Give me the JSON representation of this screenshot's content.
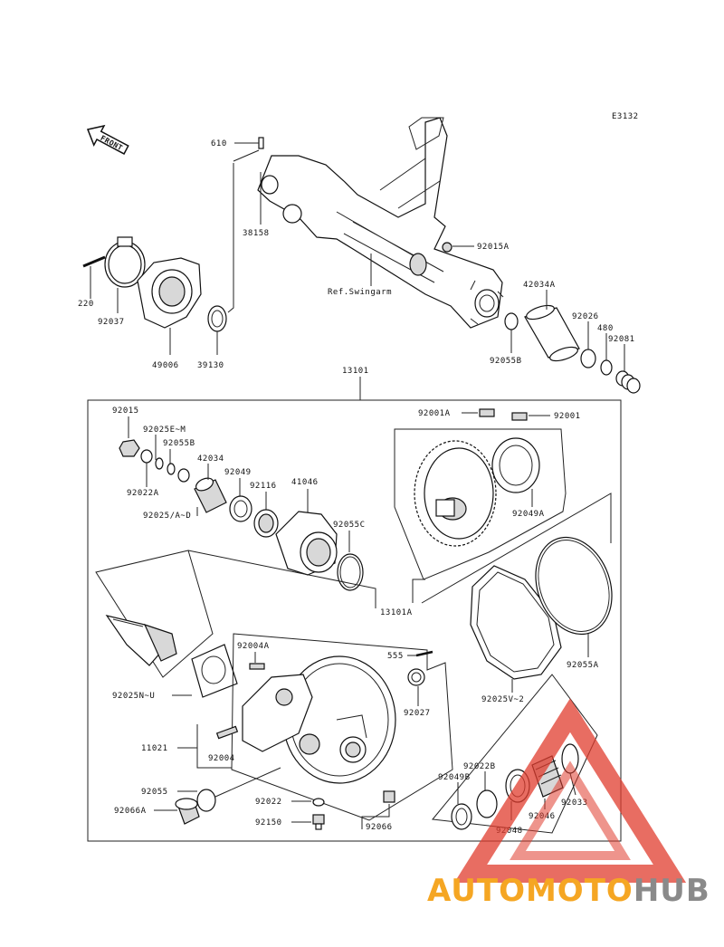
{
  "diagram_code": "E3132",
  "front_label": "FRONT",
  "reference": "Ref.Swingarm",
  "parts": {
    "p610": "610",
    "p38158": "38158",
    "p220": "220",
    "p92037": "92037",
    "p49006": "49006",
    "p39130": "39130",
    "p92015A": "92015A",
    "p42034A": "42034A",
    "p92026": "92026",
    "p480": "480",
    "p92081": "92081",
    "p92055B_top": "92055B",
    "p13101": "13101",
    "p92015": "92015",
    "p92025EM": "92025E~M",
    "p92055B": "92055B",
    "p42034": "42034",
    "p92049": "92049",
    "p92116": "92116",
    "p41046": "41046",
    "p92022A": "92022A",
    "p92025AD": "92025/A~D",
    "p92055C": "92055C",
    "p92001A": "92001A",
    "p92001": "92001",
    "p92049A": "92049A",
    "p13101A": "13101A",
    "p92055A": "92055A",
    "p92025NU": "92025N~U",
    "p92004A": "92004A",
    "p555": "555",
    "p92027": "92027",
    "p92025V2": "92025V~2",
    "p11021": "11021",
    "p92004": "92004",
    "p92022B": "92022B",
    "p92049B": "92049B",
    "p92033": "92033",
    "p92046": "92046",
    "p92048": "92048",
    "p92055": "92055",
    "p92066A": "92066A",
    "p92022": "92022",
    "p92150": "92150",
    "p92066": "92066"
  },
  "watermark": {
    "part1": "AUTOMOTO",
    "part2": "HUB",
    "color1": "#f5a623",
    "color2": "#8a8a8a",
    "triangle_color": "#e03c2e"
  }
}
